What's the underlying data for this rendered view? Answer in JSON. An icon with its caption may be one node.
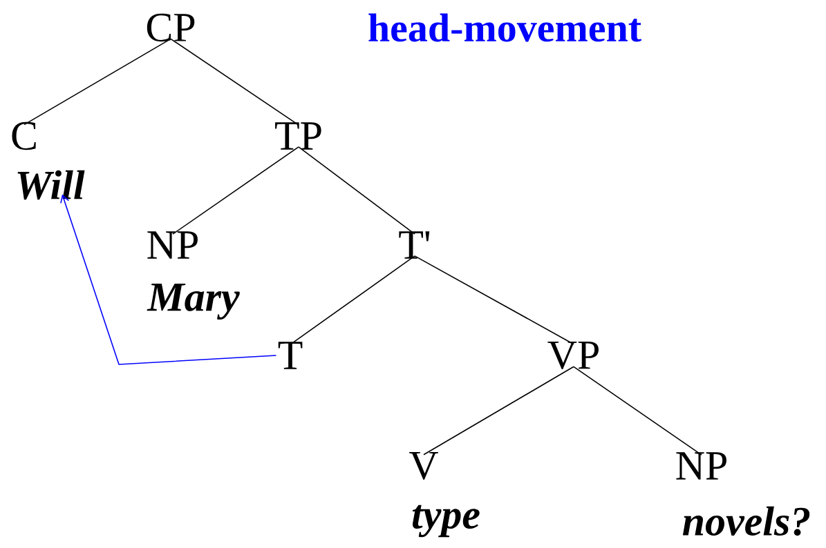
{
  "diagram": {
    "title": "head-movement",
    "nodes": [
      {
        "text": [
          "CP"
        ]
      },
      {
        "text": [
          "C",
          "Will"
        ]
      },
      {
        "text": [
          "TP"
        ]
      },
      {
        "text": [
          "NP",
          "Mary"
        ]
      },
      {
        "text": [
          "T'"
        ]
      },
      {
        "text": [
          "T"
        ]
      },
      {
        "text": [
          "VP"
        ]
      },
      {
        "text": [
          "V",
          "type"
        ]
      },
      {
        "text": [
          "NP",
          "novels?"
        ]
      }
    ],
    "edges": [
      {
        "from": 0,
        "to": 1,
        "arrow": "none"
      },
      {
        "from": 0,
        "to": 2,
        "arrow": "none"
      },
      {
        "from": 2,
        "to": 3,
        "arrow": "none"
      },
      {
        "from": 2,
        "to": 4,
        "arrow": "none"
      },
      {
        "from": 4,
        "to": 5,
        "arrow": "none"
      },
      {
        "from": 4,
        "to": 6,
        "arrow": "none"
      },
      {
        "from": 6,
        "to": 7,
        "arrow": "none"
      },
      {
        "from": 6,
        "to": 8,
        "arrow": "none"
      },
      {
        "from": 5,
        "to": 1,
        "arrow": "to",
        "color": "#0000ff"
      }
    ]
  }
}
